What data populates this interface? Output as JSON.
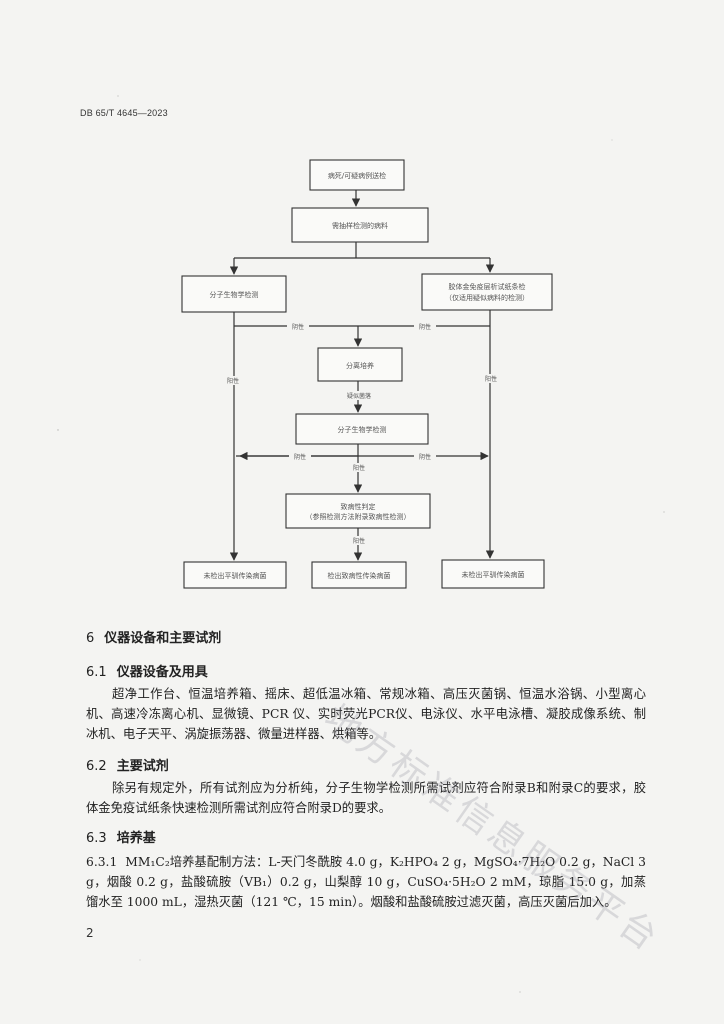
{
  "header": {
    "doc_id": "DB 65/T 4645—2023"
  },
  "flowchart": {
    "boxes": {
      "b1": "病死/可疑病例送检",
      "b2": "需抽样检测的病料",
      "b3": "分子生物学检测",
      "b4_line1": "胶体金免疫层析试纸条检",
      "b4_line2": "（仅适用疑似病料的检测）",
      "b5": "分离培养",
      "b6": "分子生物学检测",
      "b7_line1": "致病性判定",
      "b7_line2": "（参照检测方法附录致病性检测）",
      "b8": "未检出平驯传染病菌",
      "b9": "检出致病性传染病菌",
      "b10": "未检出平驯传染病菌"
    },
    "edge_labels": {
      "pos_left": "阳性",
      "pos_right": "阳性",
      "neg_left": "阴性",
      "neg_right": "阴性",
      "suspect": "疑似菌落",
      "neg_mid_left": "阴性",
      "neg_mid_right": "阴性",
      "pos_mid": "阳性",
      "pathogenic": "阳性"
    }
  },
  "watermark": "地方标准信息服务平台",
  "sections": {
    "s6": {
      "num": "6",
      "title": "仪器设备和主要试剂"
    },
    "s6_1": {
      "num": "6.1",
      "title": "仪器设备及用具",
      "text": "超净工作台、恒温培养箱、摇床、超低温冰箱、常规冰箱、高压灭菌锅、恒温水浴锅、小型离心机、高速冷冻离心机、显微镜、PCR 仪、实时荧光PCR仪、电泳仪、水平电泳槽、凝胶成像系统、制冰机、电子天平、涡旋振荡器、微量进样器、烘箱等。"
    },
    "s6_2": {
      "num": "6.2",
      "title": "主要试剂",
      "text": "除另有规定外，所有试剂应为分析纯，分子生物学检测所需试剂应符合附录B和附录C的要求，胶体金免疫试纸条快速检测所需试剂应符合附录D的要求。"
    },
    "s6_3": {
      "num": "6.3",
      "title": "培养基"
    },
    "s6_3_1": {
      "num": "6.3.1",
      "text": "MM₁C₂培养基配制方法：L-天门冬酰胺 4.0 g，K₂HPO₄ 2 g，MgSO₄·7H₂O 0.2 g，NaCl 3 g，烟酸 0.2 g，盐酸硫胺（VB₁）0.2 g，山梨醇 10 g，CuSO₄·5H₂O 2 mM，琼脂 15.0 g，加蒸馏水至 1000 mL，湿热灭菌（121 ℃，15 min）。烟酸和盐酸硫胺过滤灭菌，高压灭菌后加入。"
    }
  },
  "footer": {
    "page_number": "2"
  }
}
